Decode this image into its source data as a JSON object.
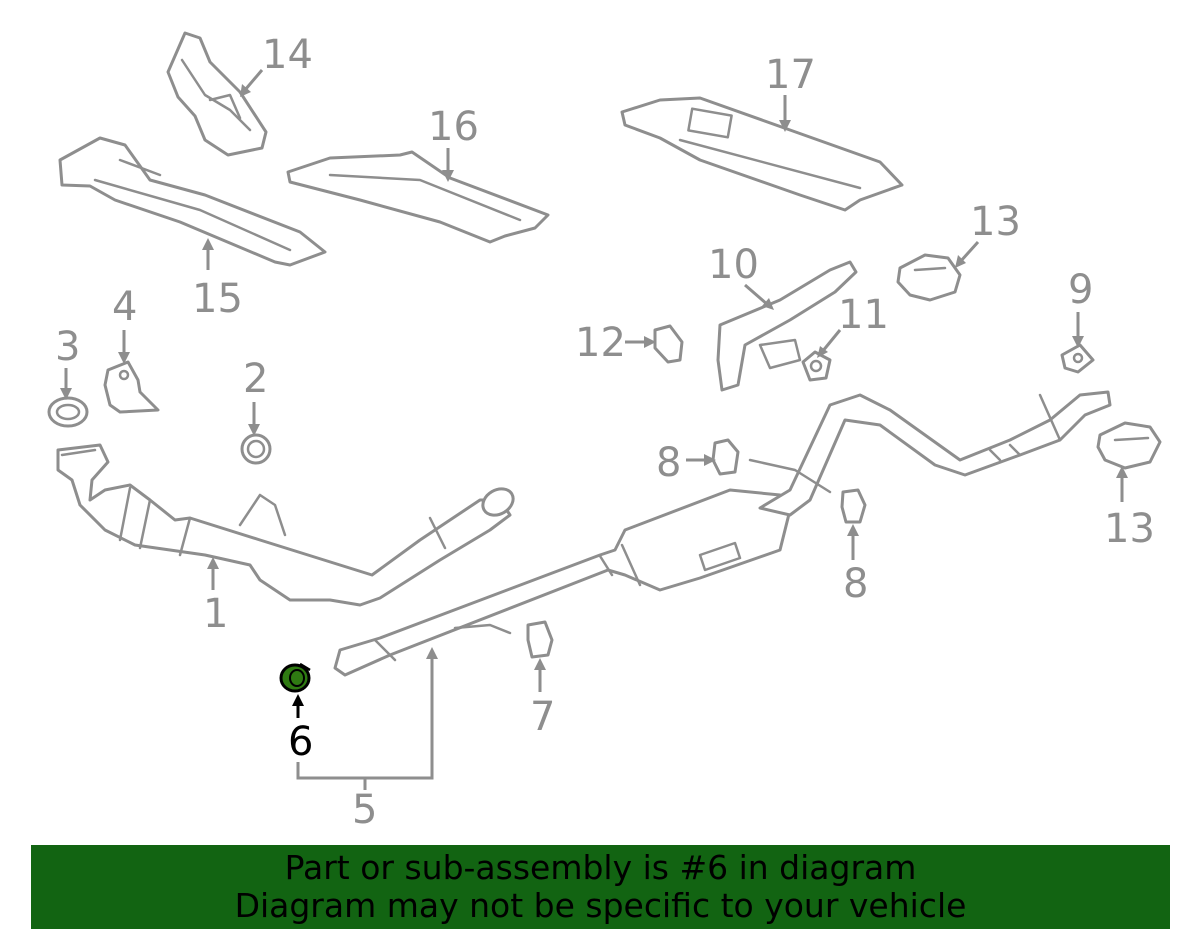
{
  "diagram": {
    "callouts": {
      "c1": "1",
      "c2": "2",
      "c3": "3",
      "c4": "4",
      "c5": "5",
      "c6": "6",
      "c7": "7",
      "c8a": "8",
      "c8b": "8",
      "c9": "9",
      "c10": "10",
      "c11": "11",
      "c12": "12",
      "c13a": "13",
      "c13b": "13",
      "c14": "14",
      "c15": "15",
      "c16": "16",
      "c17": "17"
    },
    "highlighted_part": "6",
    "colors": {
      "line": "#8e8e8e",
      "highlight_fill": "#2f7a12",
      "banner": "#126412",
      "active_label": "#000000"
    }
  },
  "banner": {
    "line1": "Part or sub-assembly is #6 in diagram",
    "line2": "Diagram may not be specific to your vehicle"
  }
}
